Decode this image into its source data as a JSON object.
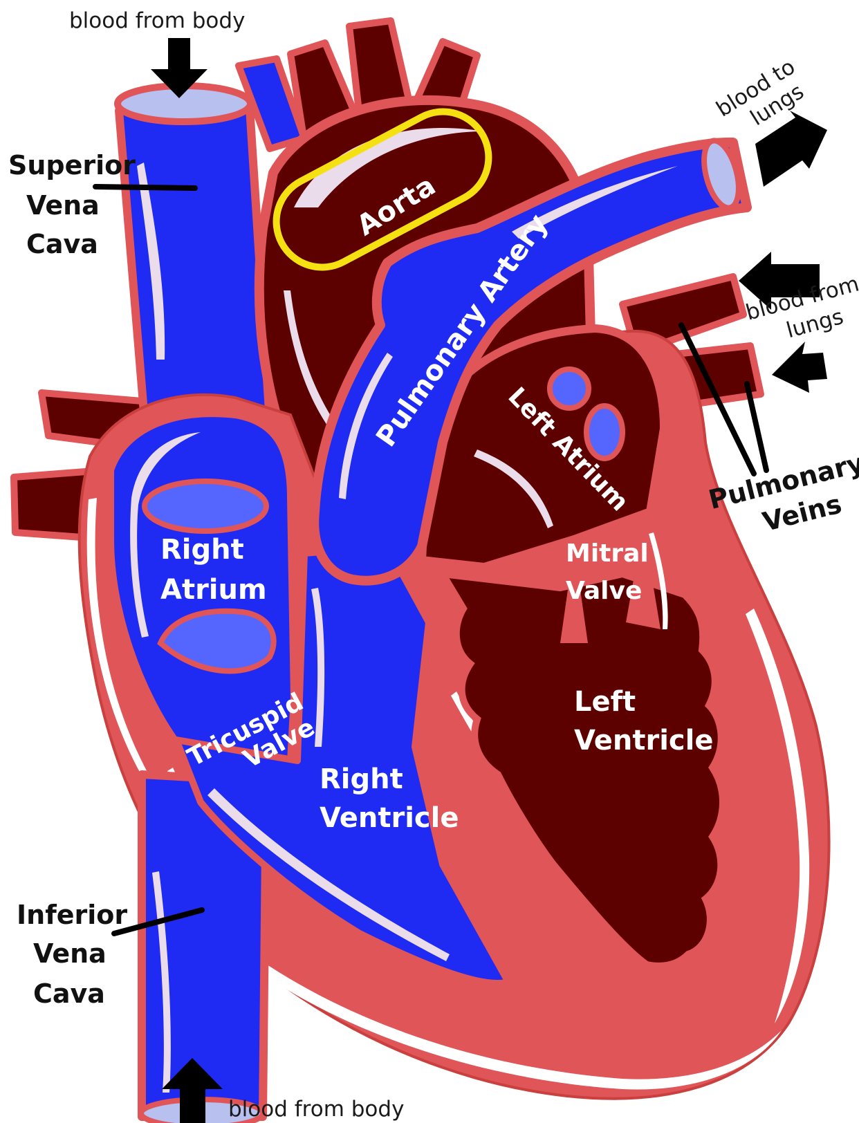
{
  "flow_labels": {
    "top": "blood from body",
    "bottom": "blood from body",
    "to_lungs": [
      "blood to",
      "lungs"
    ],
    "from_lungs": [
      "blood from",
      "lungs"
    ]
  },
  "labels": {
    "superior_vena_cava": [
      "Superior",
      "Vena",
      "Cava"
    ],
    "inferior_vena_cava": [
      "Inferior",
      "Vena",
      "Cava"
    ],
    "pulmonary_veins": [
      "Pulmonary",
      "Veins"
    ],
    "aorta": "Aorta",
    "pulmonary_artery": "Pulmonary Artery",
    "left_atrium": "Left Atrium",
    "right_atrium": [
      "Right",
      "Atrium"
    ],
    "mitral_valve": [
      "Mitral",
      "Valve"
    ],
    "tricuspid_valve": [
      "Tricuspid",
      "Valve"
    ],
    "right_ventricle": [
      "Right",
      "Ventricle"
    ],
    "left_ventricle": [
      "Left",
      "Ventricle"
    ]
  },
  "highlight": {
    "target": "aorta",
    "color": "#f5e012"
  },
  "colors": {
    "muscle": "#e05558",
    "deoxygenated": "#1f2bf2",
    "oxygenated": "#5c0000",
    "valve_fill": "#5566ff",
    "vessel_highlight": "#eadcea",
    "arrow": "#000000"
  }
}
